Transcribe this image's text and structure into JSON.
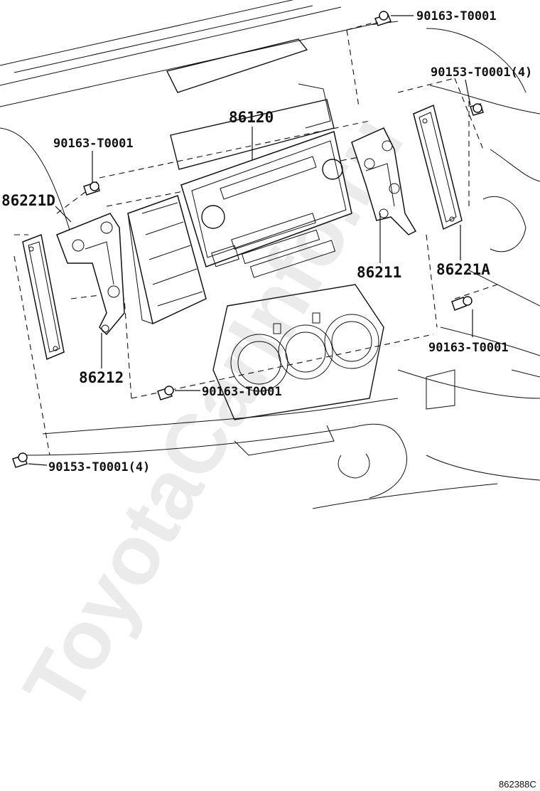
{
  "watermark": "ToyotaCarInfo.ru",
  "figure_code": "862388C",
  "callouts": {
    "c1": "90163-T0001",
    "c2": "90153-T0001(4)",
    "c3": "86120",
    "c4": "90163-T0001",
    "c5": "86221D",
    "c6": "86211",
    "c7": "86221A",
    "c8": "90163-T0001",
    "c9": "86212",
    "c10": "90163-T0001",
    "c11": "90153-T0001(4)"
  }
}
